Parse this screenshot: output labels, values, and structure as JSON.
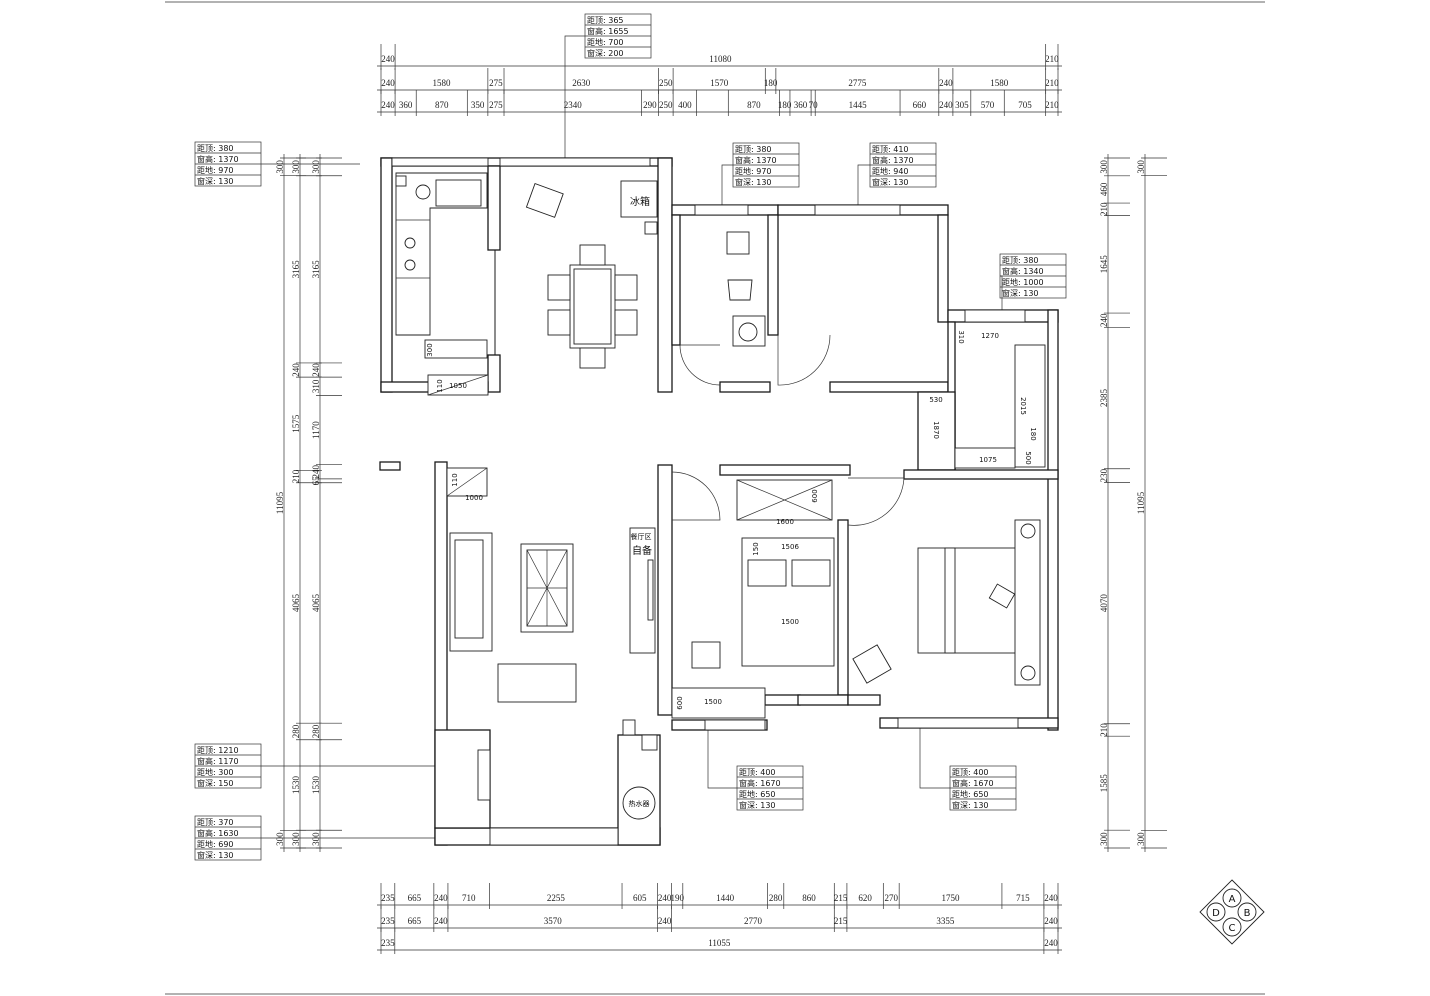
{
  "dimensions": {
    "top": [
      [
        240,
        11080,
        210
      ],
      [
        240,
        1580,
        275,
        2630,
        250,
        1570,
        180,
        2775,
        240,
        1580,
        210
      ],
      [
        240,
        360,
        870,
        350,
        275,
        2340,
        290,
        250,
        400,
        870,
        180,
        360,
        70,
        1445,
        660,
        240,
        305,
        570,
        705,
        210
      ]
    ],
    "bottom": [
      [
        235,
        665,
        240,
        710,
        2255,
        605,
        240,
        190,
        1440,
        280,
        860,
        215,
        620,
        270,
        1750,
        715,
        240
      ],
      [
        235,
        665,
        240,
        3570,
        240,
        2770,
        215,
        3355,
        240
      ],
      [
        235,
        11055,
        240
      ]
    ],
    "left": [
      [
        300,
        11095,
        300
      ],
      [
        300,
        3165,
        240,
        1575,
        210,
        4065,
        280,
        1530,
        300
      ],
      [
        300,
        3165,
        240,
        310,
        1170,
        240,
        65,
        4065,
        280,
        1530,
        300
      ]
    ],
    "right": [
      [
        300,
        460,
        210,
        1645,
        240,
        2385,
        230,
        4070,
        210,
        1585,
        300
      ],
      [
        300,
        11095,
        300
      ]
    ]
  },
  "note_labels": [
    "距顶",
    "窗高",
    "距地",
    "窗深"
  ],
  "window_notes": [
    {
      "values": [
        365,
        1655,
        700,
        200
      ]
    },
    {
      "values": [
        380,
        1370,
        970,
        130
      ]
    },
    {
      "values": [
        380,
        1370,
        970,
        130
      ]
    },
    {
      "values": [
        410,
        1370,
        940,
        130
      ]
    },
    {
      "values": [
        380,
        1340,
        1000,
        130
      ]
    },
    {
      "values": [
        1210,
        1170,
        300,
        150
      ]
    },
    {
      "values": [
        370,
        1630,
        690,
        130
      ]
    },
    {
      "values": [
        400,
        1670,
        650,
        130
      ]
    },
    {
      "values": [
        400,
        1670,
        650,
        130
      ]
    }
  ],
  "room_labels": {
    "fridge": "冰箱",
    "water_heater": "热水器",
    "custom": "自备",
    "dining_area": "餐厅区"
  },
  "interior_dims": {
    "kitchen_counter": "300",
    "kitchen_cabinet_depth": "110",
    "kitchen_cabinet_len": "1050",
    "study_width": "1270",
    "study_top": "310",
    "closet_width": "530",
    "closet_len": "1870",
    "study_len": "2015",
    "study_bottom": "1075",
    "study_side": "500",
    "study_small": "180",
    "living_cab_depth": "110",
    "living_cab_len": "1000",
    "bed2_wardrobe": "1600",
    "bed2_wardrobe_depth": "600",
    "bed2_head": "1506",
    "bed2_head_depth": "150",
    "bed2_bed": "1500",
    "bed2_desk": "1500",
    "bed2_desk_depth": "600"
  },
  "compass": {
    "a": "A",
    "b": "B",
    "c": "C",
    "d": "D"
  }
}
